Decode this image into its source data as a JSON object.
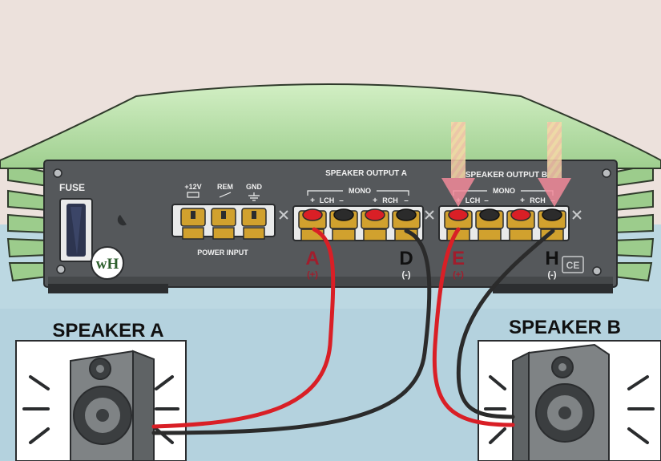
{
  "amplifier": {
    "fuse_label": "FUSE",
    "power_terminals": [
      "+12V",
      "REM",
      "GND"
    ],
    "power_caption": "POWER INPUT",
    "section_a_title": "SPEAKER OUTPUT A",
    "section_b_title": "SPEAKER OUTPUT B",
    "mono_label": "MONO",
    "lch_label": "LCH",
    "rch_label": "RCH",
    "plus_sign": "+",
    "minus_sign": "–",
    "badge_text": "wH",
    "ce_mark": "CE"
  },
  "terminal_labels": {
    "a_letter": "A",
    "a_sign": "(+)",
    "d_letter": "D",
    "d_sign": "(-)",
    "e_letter": "E",
    "e_sign": "(+)",
    "h_letter": "H",
    "h_sign": "(-)"
  },
  "speakers": {
    "a_title": "SPEAKER A",
    "b_title": "SPEAKER B"
  },
  "colors": {
    "wall": "#ece1dc",
    "floor": "#bcd8e2",
    "amp_top": "#a9d89b",
    "amp_panel": "#55585b",
    "wire_positive": "#d91f26",
    "wire_negative": "#2b2b2b",
    "label_positive": "#a11d2c",
    "arrow": "#f4a3ad"
  }
}
